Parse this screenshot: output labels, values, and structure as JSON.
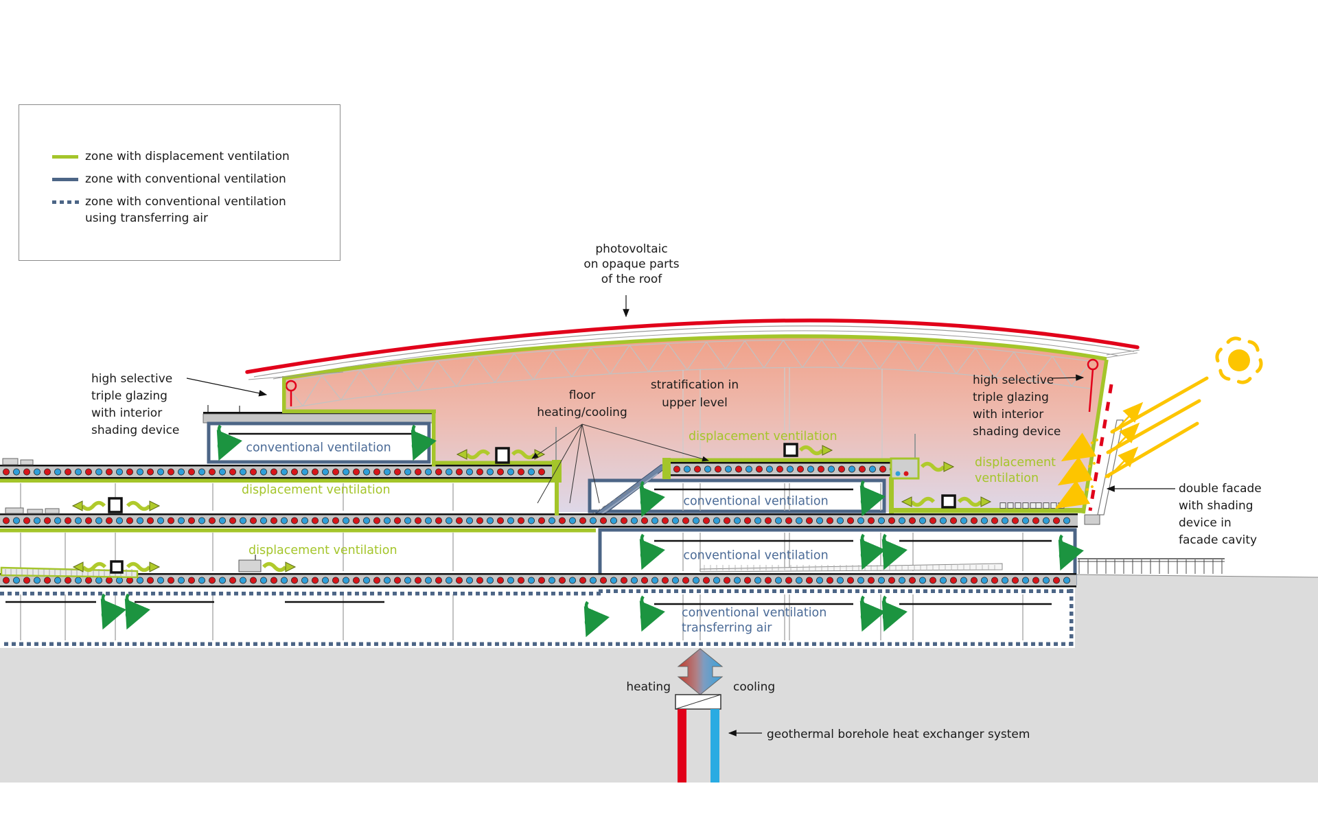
{
  "legend": {
    "items": [
      {
        "label": "zone with displacement ventilation"
      },
      {
        "label": "zone with conventional ventilation"
      },
      {
        "label": "zone with conventional ventilation",
        "label2": "using transferring air"
      }
    ]
  },
  "annotations": {
    "photovoltaic": {
      "l1": "photovoltaic",
      "l2": "on opaque parts",
      "l3": "of the roof"
    },
    "glazing": {
      "l1": "high selective",
      "l2": "triple glazing",
      "l3": "with interior",
      "l4": "shading device"
    },
    "stratification": {
      "l1": "stratification in",
      "l2": "upper level"
    },
    "floor_heating": {
      "l1": "floor",
      "l2": "heating/cooling"
    },
    "double_facade": {
      "l1": "double facade",
      "l2": "with shading",
      "l3": "device in",
      "l4": "facade cavity"
    },
    "heating": "heating",
    "cooling": "cooling",
    "geothermal": "geothermal borehole heat exchanger system"
  },
  "zones": {
    "conventional": "conventional ventilation",
    "displacement": "displacement ventilation",
    "displacement_l1": "displacement",
    "displacement_l2": "ventilation",
    "transfer_l1": "conventional ventilation",
    "transfer_l2": "transferring air"
  },
  "icons": {
    "sun": "☀"
  },
  "colors": {
    "zone_displacement_green": "#a4c52a",
    "zone_conventional_blue": "#4c6586",
    "room_text_blue": "#4a6a96",
    "photovoltaic_red": "#e1001a",
    "cooling_blue": "#29abe2",
    "sun_yellow": "#fdc500",
    "slab_gray": "#c6c6c6",
    "ground_gray": "#dcdcdc",
    "atrium_pink_top": "#f0a189",
    "atrium_pink_bottom": "#ded8e8",
    "airflow_green": "#1c9440"
  }
}
